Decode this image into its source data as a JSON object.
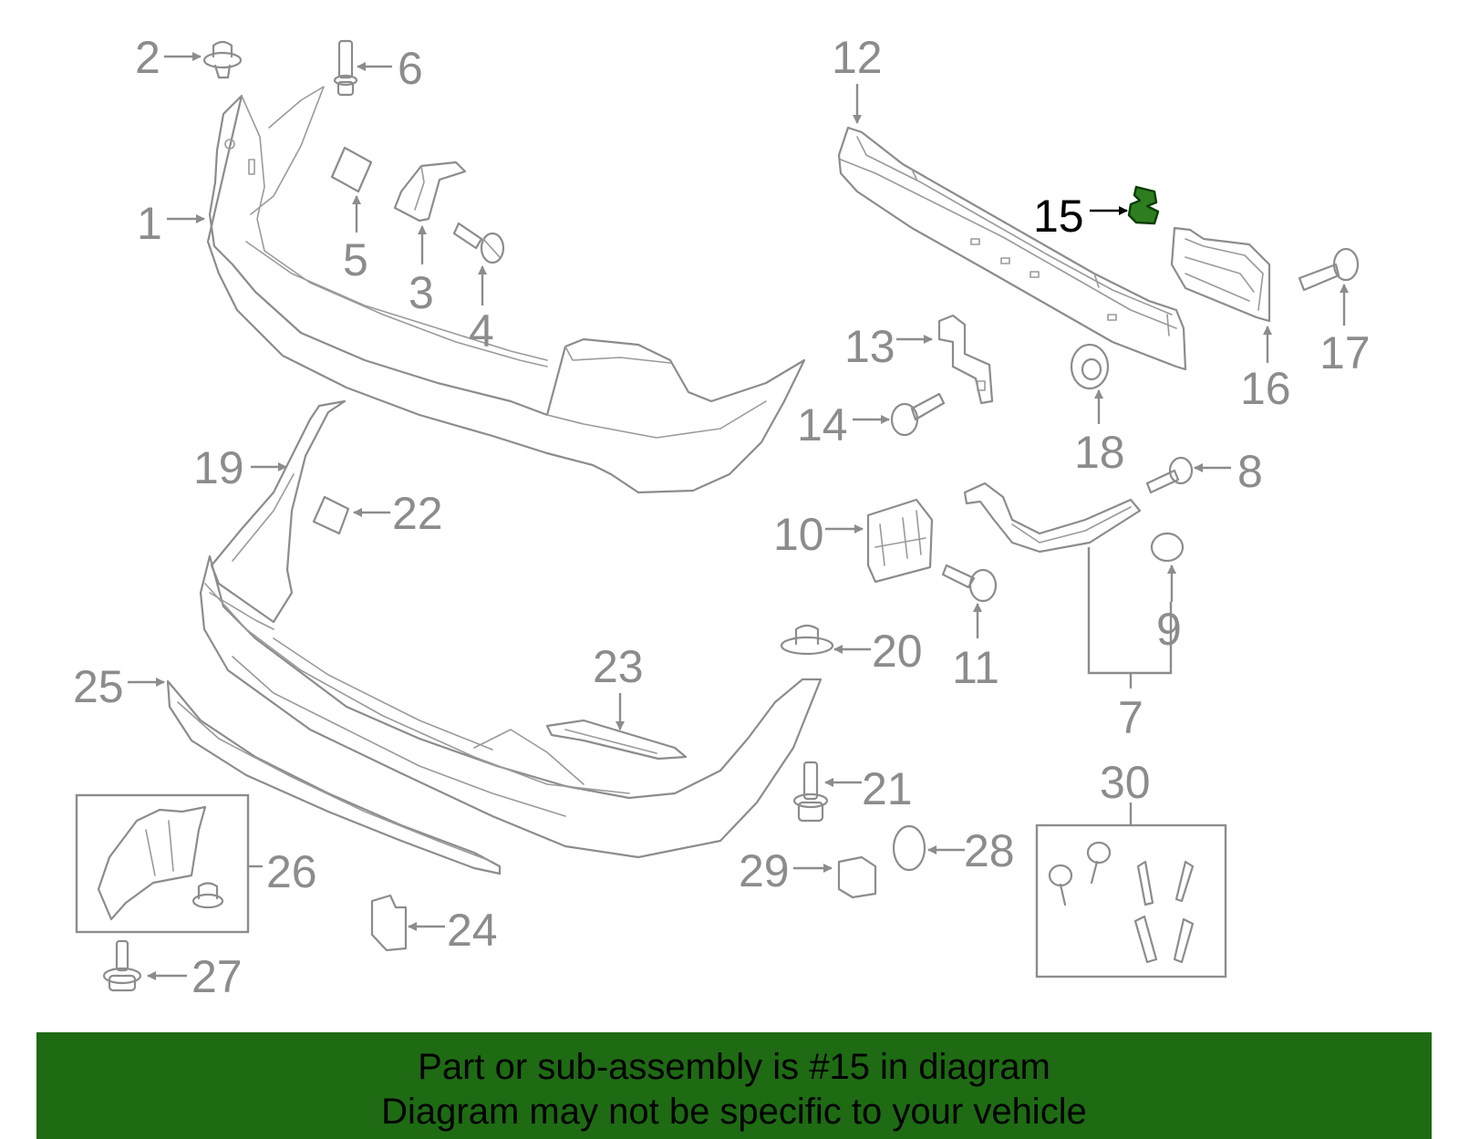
{
  "colors": {
    "line": "#8c8c8c",
    "highlight": "#2e7d1f",
    "banner": "#1e6b14"
  },
  "callouts": {
    "c1": "1",
    "c2": "2",
    "c3": "3",
    "c4": "4",
    "c5": "5",
    "c6": "6",
    "c7": "7",
    "c8": "8",
    "c9": "9",
    "c10": "10",
    "c11": "11",
    "c12": "12",
    "c13": "13",
    "c14": "14",
    "c15": "15",
    "c16": "16",
    "c17": "17",
    "c18": "18",
    "c19": "19",
    "c20": "20",
    "c21": "21",
    "c22": "22",
    "c23": "23",
    "c24": "24",
    "c25": "25",
    "c26": "26",
    "c27": "27",
    "c28": "28",
    "c29": "29",
    "c30": "30"
  },
  "highlighted_part": "15",
  "banner": {
    "line1": "Part or sub-assembly is #15 in diagram",
    "line2": "Diagram may not be specific to your vehicle"
  }
}
